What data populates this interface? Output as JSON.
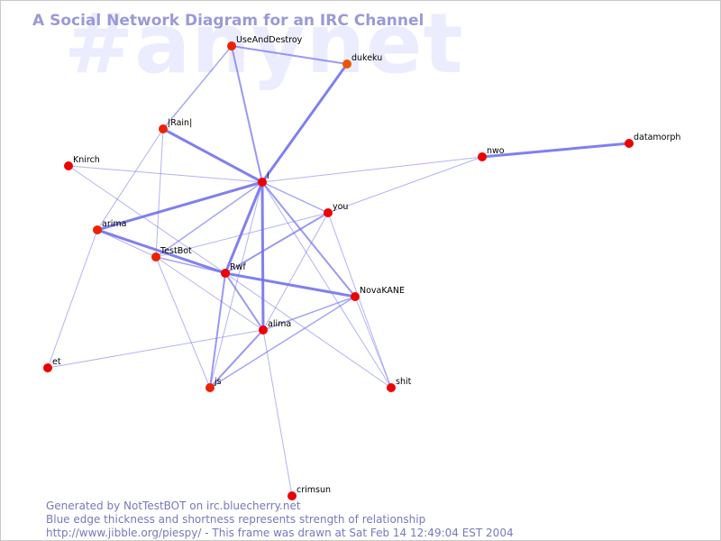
{
  "watermark": "#anynet",
  "title": "A Social Network Diagram for an IRC Channel",
  "colors": {
    "edge": "#7070ee",
    "node_default": "#ee0000",
    "node_alt": "#ee5500",
    "text_muted": "#7878c0"
  },
  "nodes": [
    {
      "id": "UseAndDestroy",
      "label": "UseAndDestroy",
      "color": "#ee2200"
    },
    {
      "id": "dukeku",
      "label": "dukeku",
      "color": "#ee5500"
    },
    {
      "id": "Rain",
      "label": "|Rain|",
      "color": "#ee2200"
    },
    {
      "id": "Knirch",
      "label": "Knirch",
      "color": "#ee0000"
    },
    {
      "id": "i",
      "label": "i",
      "color": "#ee0000"
    },
    {
      "id": "nwo",
      "label": "nwo",
      "color": "#ee0000"
    },
    {
      "id": "datamorph",
      "label": "datamorph",
      "color": "#ee0000"
    },
    {
      "id": "you",
      "label": "you",
      "color": "#ee0000"
    },
    {
      "id": "arima",
      "label": "arima",
      "color": "#ee2200"
    },
    {
      "id": "TestBot",
      "label": "TestBot",
      "color": "#ee2200"
    },
    {
      "id": "Rwf",
      "label": "Rwf",
      "color": "#ee0000"
    },
    {
      "id": "NovaKANE",
      "label": "NovaKANE",
      "color": "#ee0000"
    },
    {
      "id": "alima",
      "label": "alima",
      "color": "#ee0000"
    },
    {
      "id": "et",
      "label": "et",
      "color": "#ee0000"
    },
    {
      "id": "js",
      "label": "js",
      "color": "#ee2200"
    },
    {
      "id": "shit",
      "label": "shit",
      "color": "#ee0000"
    },
    {
      "id": "crimsun",
      "label": "crimsun",
      "color": "#ee0000"
    }
  ],
  "edges": [
    {
      "source": "UseAndDestroy",
      "target": "dukeku",
      "weight": 2
    },
    {
      "source": "UseAndDestroy",
      "target": "i",
      "weight": 2
    },
    {
      "source": "UseAndDestroy",
      "target": "Rain",
      "weight": 1.5
    },
    {
      "source": "dukeku",
      "target": "i",
      "weight": 3
    },
    {
      "source": "Rain",
      "target": "i",
      "weight": 3
    },
    {
      "source": "Rain",
      "target": "TestBot",
      "weight": 1
    },
    {
      "source": "Rain",
      "target": "arima",
      "weight": 1
    },
    {
      "source": "Knirch",
      "target": "i",
      "weight": 1
    },
    {
      "source": "Knirch",
      "target": "Rwf",
      "weight": 1
    },
    {
      "source": "i",
      "target": "arima",
      "weight": 3
    },
    {
      "source": "i",
      "target": "nwo",
      "weight": 1
    },
    {
      "source": "i",
      "target": "you",
      "weight": 1.5
    },
    {
      "source": "i",
      "target": "Rwf",
      "weight": 3
    },
    {
      "source": "i",
      "target": "alima",
      "weight": 3
    },
    {
      "source": "i",
      "target": "NovaKANE",
      "weight": 2
    },
    {
      "source": "i",
      "target": "TestBot",
      "weight": 1.5
    },
    {
      "source": "i",
      "target": "js",
      "weight": 1
    },
    {
      "source": "i",
      "target": "shit",
      "weight": 1
    },
    {
      "source": "nwo",
      "target": "datamorph",
      "weight": 3
    },
    {
      "source": "nwo",
      "target": "you",
      "weight": 1
    },
    {
      "source": "you",
      "target": "Rwf",
      "weight": 2
    },
    {
      "source": "you",
      "target": "TestBot",
      "weight": 1
    },
    {
      "source": "you",
      "target": "alima",
      "weight": 1
    },
    {
      "source": "you",
      "target": "shit",
      "weight": 1
    },
    {
      "source": "arima",
      "target": "Rwf",
      "weight": 3
    },
    {
      "source": "arima",
      "target": "et",
      "weight": 1
    },
    {
      "source": "arima",
      "target": "TestBot",
      "weight": 1
    },
    {
      "source": "TestBot",
      "target": "Rwf",
      "weight": 1.5
    },
    {
      "source": "TestBot",
      "target": "js",
      "weight": 1
    },
    {
      "source": "TestBot",
      "target": "alima",
      "weight": 1
    },
    {
      "source": "Rwf",
      "target": "NovaKANE",
      "weight": 3
    },
    {
      "source": "Rwf",
      "target": "alima",
      "weight": 2
    },
    {
      "source": "Rwf",
      "target": "js",
      "weight": 2
    },
    {
      "source": "Rwf",
      "target": "shit",
      "weight": 1
    },
    {
      "source": "NovaKANE",
      "target": "alima",
      "weight": 1.5
    },
    {
      "source": "NovaKANE",
      "target": "js",
      "weight": 1.5
    },
    {
      "source": "NovaKANE",
      "target": "shit",
      "weight": 1
    },
    {
      "source": "alima",
      "target": "js",
      "weight": 2
    },
    {
      "source": "alima",
      "target": "et",
      "weight": 1
    },
    {
      "source": "alima",
      "target": "crimsun",
      "weight": 1
    }
  ],
  "footer": {
    "line1": "Generated by NotTestBOT on irc.bluecherry.net",
    "line2": "Blue edge thickness and shortness represents strength of relationship",
    "line3": "http://www.jibble.org/piespy/ - This frame was drawn at Sat Feb 14 12:49:04 EST 2004"
  }
}
